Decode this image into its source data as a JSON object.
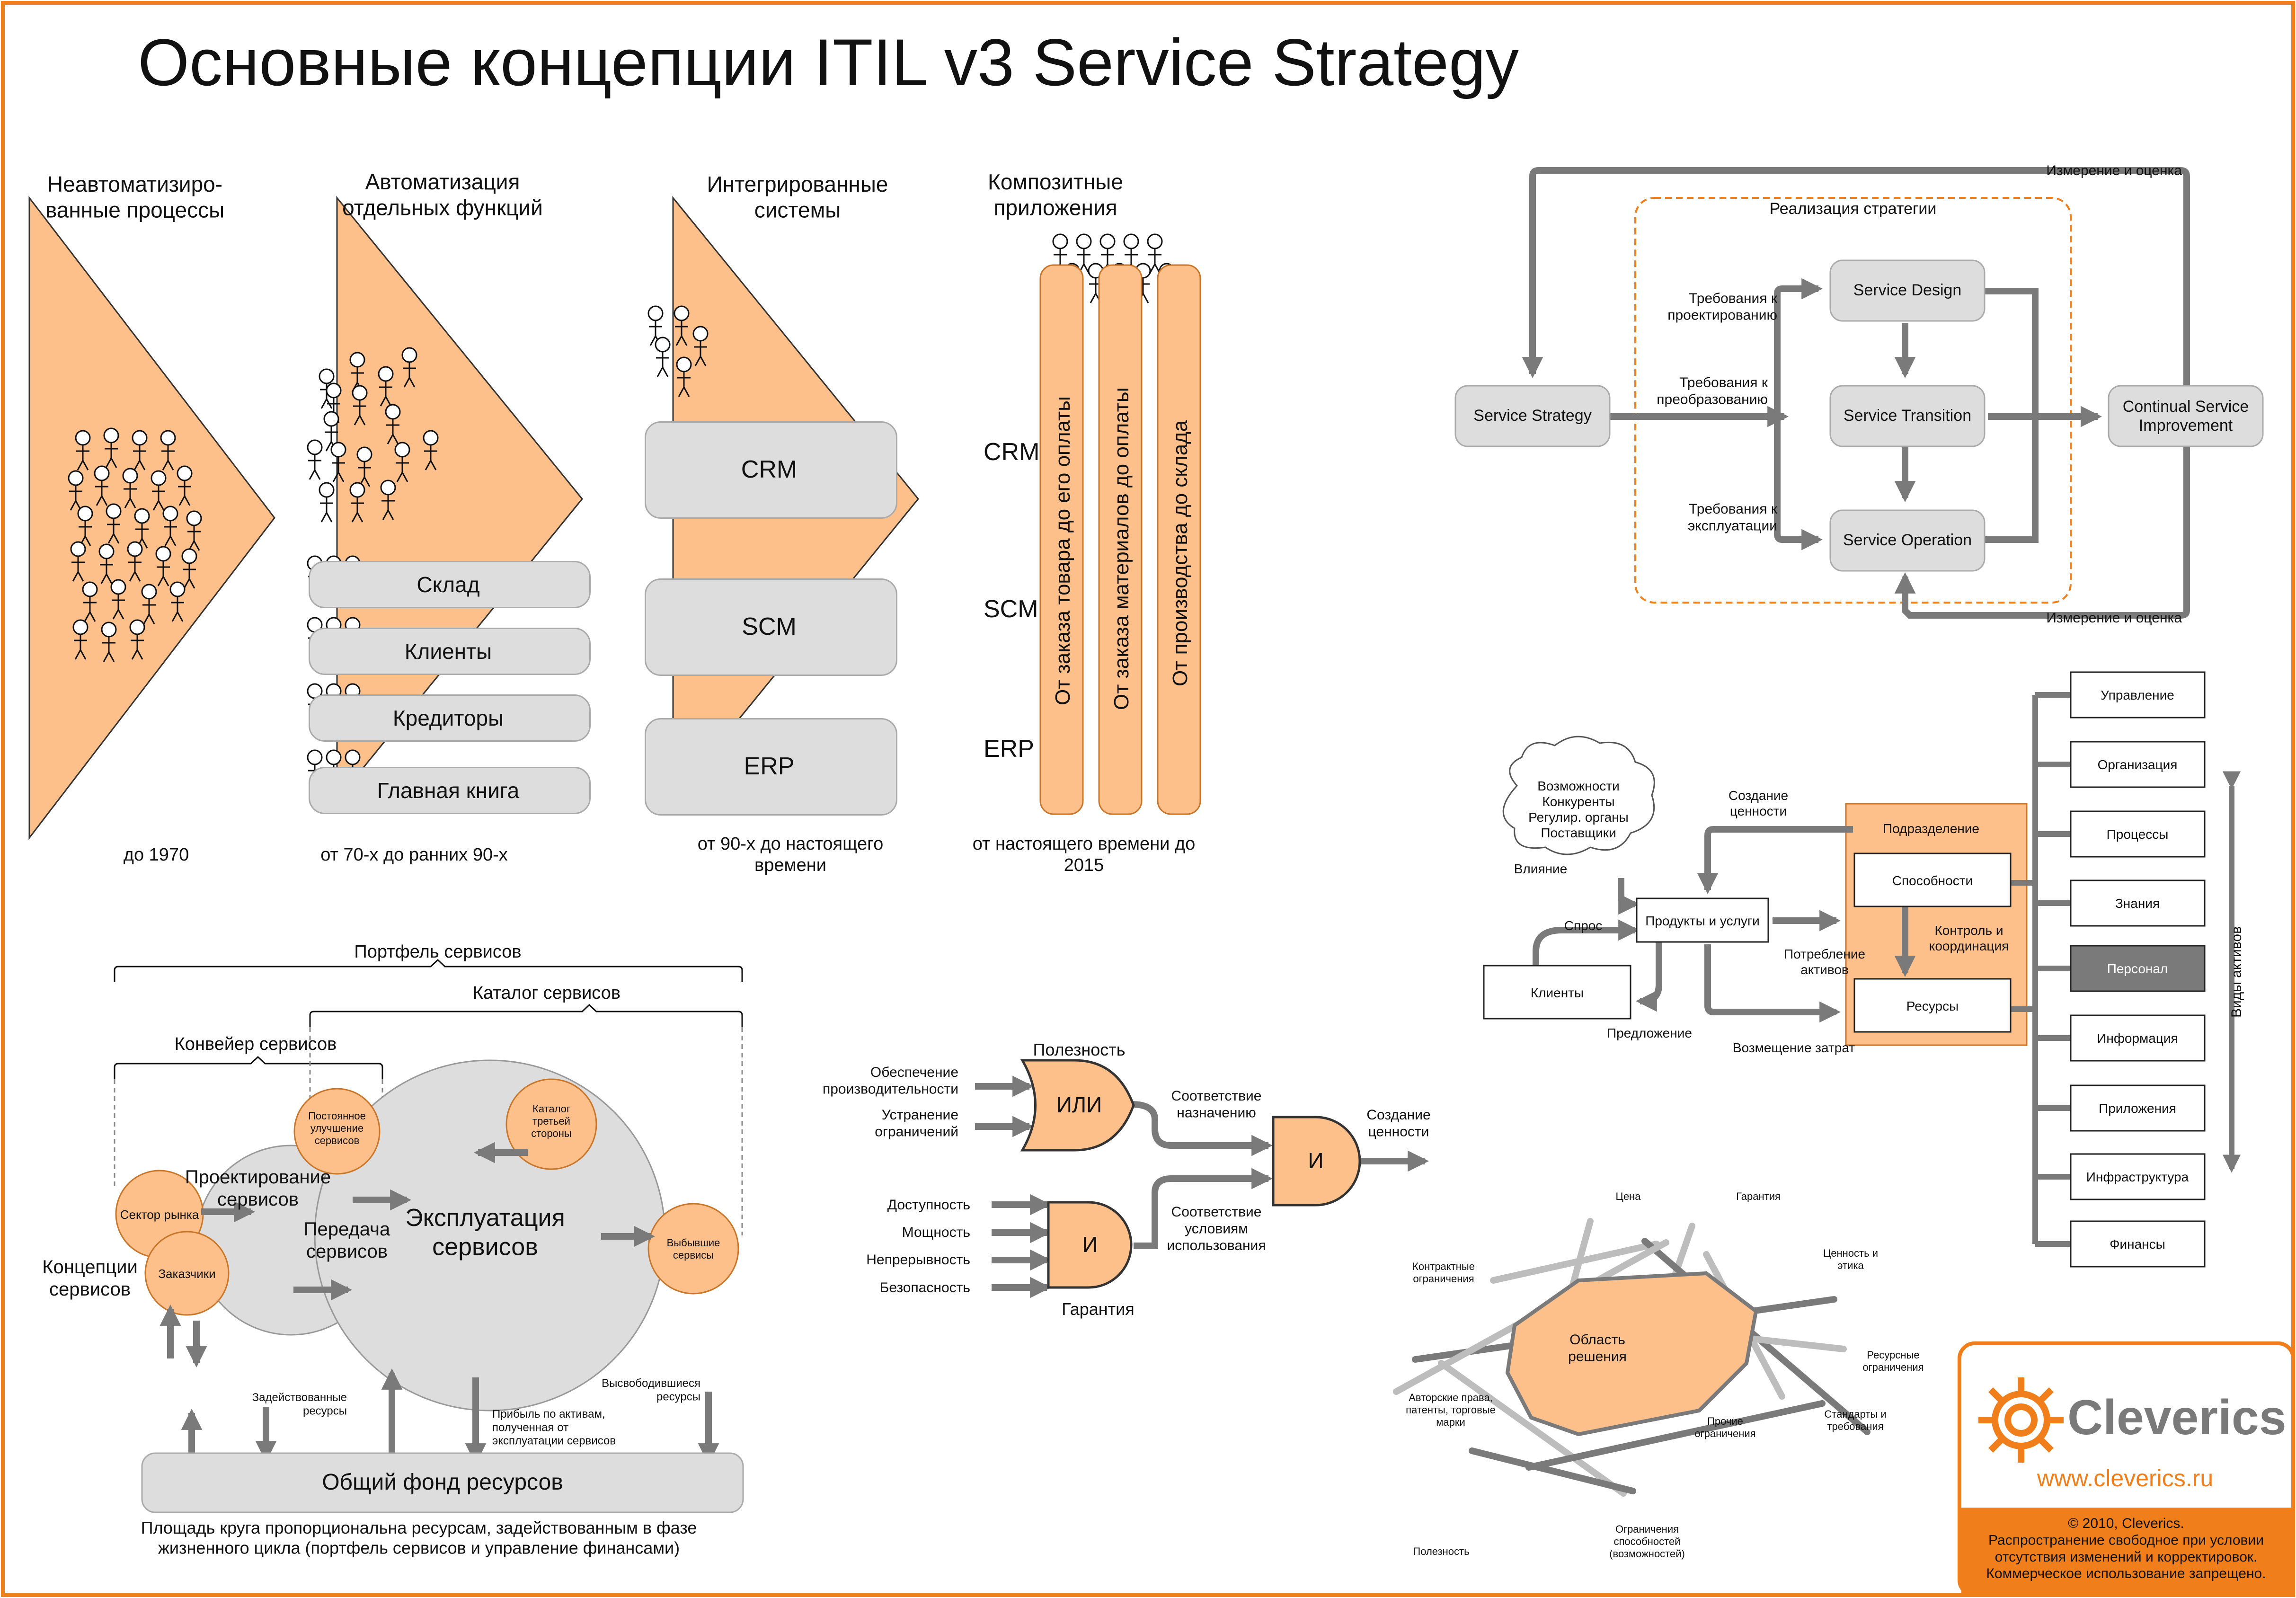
{
  "title": "Основные концепции ITIL v3 Service Strategy",
  "colors": {
    "orange": "#fdc08b",
    "orange_stroke": "#c9762a",
    "accent": "#f07f1b",
    "gray_fill": "#dddddd",
    "gray_arrow": "#7a7a7a",
    "dark": "#111111"
  },
  "evolution": {
    "stages": [
      {
        "title": "Неавтоматизиро-\nванные процессы",
        "period": "до 1970"
      },
      {
        "title": "Автоматизация\nотдельных функций",
        "period": "от 70-х до ранних 90-х"
      },
      {
        "title": "Интегрированные\nсистемы",
        "period": "от 90-х до настоящего\nвремени"
      },
      {
        "title": "Композитные\nприложения",
        "period": "от настоящего времени до\n2015"
      }
    ],
    "functions": [
      "Склад",
      "Клиенты",
      "Кредиторы",
      "Главная книга"
    ],
    "systems": [
      "CRM",
      "SCM",
      "ERP"
    ],
    "composite_systems": [
      "CRM",
      "SCM",
      "ERP"
    ],
    "composite_processes": [
      "От заказа товара до его оплаты",
      "От заказа материалов до оплаты",
      "От производства до склада"
    ]
  },
  "lifecycle": {
    "center": "Реализация стратегии",
    "boxes": {
      "strategy": "Service Strategy",
      "design": "Service Design",
      "transition": "Service Transition",
      "operation": "Service Operation",
      "csi": "Continual Service\nImprovement"
    },
    "labels": {
      "req_design": "Требования к\nпроектированию",
      "req_transition": "Требования к\nпреобразованию",
      "req_operation": "Требования к\nэксплуатации",
      "measure_top": "Измерение и оценка",
      "measure_bottom": "Измерение и оценка"
    }
  },
  "portfolio": {
    "brackets": {
      "portfolio": "Портфель сервисов",
      "catalog": "Каталог сервисов",
      "pipeline": "Конвейер сервисов"
    },
    "circles": {
      "design": "Проектирование\nсервисов",
      "transfer": "Передача\nсервисов",
      "operation": "Эксплуатация\nсервисов",
      "concepts": "Концепции\nсервисов",
      "market": "Сектор рынка",
      "customers": "Заказчики",
      "improvement": "Постоянное\nулучшение\nсервисов",
      "third_party": "Каталог\nтретьей\nстороны",
      "retired": "Выбывшие\nсервисы"
    },
    "resource_labels": {
      "engaged": "Задействованные\nресурсы",
      "profit": "Прибыль по активам,\nполученная от\nэксплуатации сервисов",
      "freed": "Высвободившиеся\nресурсы"
    },
    "pool": "Общий фонд ресурсов",
    "caption": "Площадь круга пропорциональна ресурсам, задействованным в фазе\nжизненного цикла (портфель сервисов и управление финансами)"
  },
  "value": {
    "inputs_or": [
      "Обеспечение\nпроизводительности",
      "Устранение\nограничений"
    ],
    "inputs_and": [
      "Доступность",
      "Мощность",
      "Непрерывность",
      "Безопасность"
    ],
    "gates": {
      "or": "ИЛИ",
      "and1": "И",
      "and2": "И"
    },
    "labels": {
      "utility": "Полезность",
      "warranty": "Гарантия",
      "fit_purpose": "Соответствие\nназначению",
      "fit_use": "Соответствие\nусловиям\nиспользования",
      "value": "Создание\nценности"
    }
  },
  "business_unit": {
    "cloud": "Возможности\nКонкуренты\nРегулир. органы\nПоставщики",
    "unit": "Подразделение",
    "boxes": {
      "capabilities": "Способности",
      "resources": "Ресурсы",
      "products": "Продукты и услуги",
      "clients": "Клиенты"
    },
    "labels": {
      "influence": "Влияние",
      "demand": "Спрос",
      "supply": "Предложение",
      "value_creation": "Создание\nценности",
      "control": "Контроль и\nкоординация",
      "asset_consumption": "Потребление\nактивов",
      "cost_recovery": "Возмещение затрат"
    },
    "assets": [
      "Управление",
      "Организация",
      "Процессы",
      "Знания",
      "Персонал",
      "Информация",
      "Приложения",
      "Инфраструктура",
      "Финансы"
    ],
    "asset_axis": "Виды активов",
    "highlight": "Персонал"
  },
  "solution": {
    "area": "Область\nрешения",
    "labels": [
      "Цена",
      "Гарантия",
      "Ценность и\nэтика",
      "Ресурсные\nограничения",
      "Стандарты и\nтребования",
      "Прочие\nограничения",
      "Ограничения\nспособностей\n(возможностей)",
      "Полезность",
      "Авторские права,\nпатенты, торговые\nмарки",
      "Контрактные\nограничения"
    ]
  },
  "brand": {
    "name": "Cleverics",
    "url": "www.cleverics.ru",
    "notice": "© 2010, Cleverics.\nРаспространение свободное при условии\nотсутствия изменений и корректировок.\nКоммерческое использование запрещено."
  }
}
